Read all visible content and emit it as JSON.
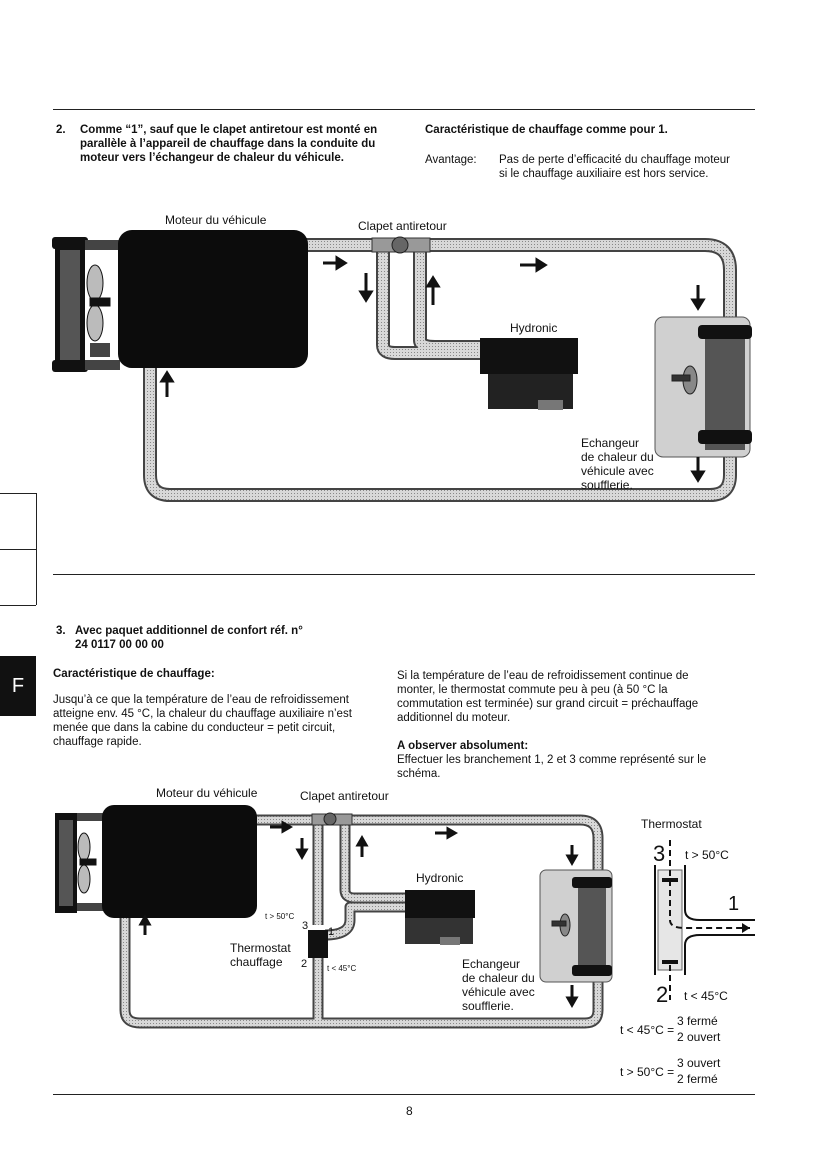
{
  "section2": {
    "number": "2.",
    "heading_lines": [
      "Comme “1”, sauf que le clapet antiretour est monté en",
      "parallèle à l’appareil de chauffage dans la conduite du",
      "moteur vers l’échangeur de chaleur du véhicule."
    ],
    "right_heading": "Caractéristique de chauffage comme pour 1.",
    "advantage_label": "Avantage:",
    "advantage_lines": [
      "Pas de perte d’efficacité du chauffage moteur",
      "si le chauffage auxiliaire est hors service."
    ]
  },
  "diagram1": {
    "engine_label": "Moteur du véhicule",
    "valve_label": "Clapet antiretour",
    "hydronic_label": "Hydronic",
    "exchanger_lines": [
      "Echangeur",
      "de chaleur du",
      "véhicule avec",
      "soufflerie."
    ]
  },
  "section3": {
    "number": "3.",
    "heading_lines": [
      "Avec paquet additionnel de confort réf. n°",
      "24 0117 00 00 00"
    ],
    "char_heading": "Caractéristique de chauffage:",
    "left_lines": [
      "Jusqu’à ce que la température de l’eau de refroidissement",
      "atteigne env. 45 °C, la chaleur du chauffage auxiliaire n’est",
      "menée que dans la cabine du conducteur = petit circuit,",
      "chauffage rapide."
    ],
    "right_lines": [
      "Si la température de l’eau de refroidissement continue de",
      "monter, le thermostat commute peu à peu (à 50 °C la",
      "commutation est terminée) sur grand circuit = préchauffage",
      "additionnel du moteur."
    ],
    "observe_heading": "A observer absolument:",
    "observe_lines": [
      "Effectuer les branchement 1, 2 et 3 comme représenté sur le",
      "schéma."
    ]
  },
  "diagram2": {
    "engine_label": "Moteur du véhicule",
    "valve_label": "Clapet antiretour",
    "hydronic_label": "Hydronic",
    "t_above": "t > 50°C",
    "port3": "3",
    "port1": "1",
    "port2": "2",
    "t_below": "t < 45°C",
    "thermostat_lines": [
      "Thermostat",
      "chauffage"
    ],
    "exchanger_lines": [
      "Echangeur",
      "de chaleur du",
      "véhicule avec",
      "soufflerie."
    ]
  },
  "thermostat_detail": {
    "title": "Thermostat",
    "port3": "3",
    "t_above": "t > 50°C",
    "port1": "1",
    "port2": "2",
    "t_below": "t < 45°C",
    "rule_low": {
      "condition": "t < 45°C =",
      "line1": "3 fermé",
      "line2": "2 ouvert"
    },
    "rule_high": {
      "condition": "t > 50°C =",
      "line1": "3 ouvert",
      "line2": "2 fermé"
    }
  },
  "side_tab": "F",
  "page_number": "8"
}
